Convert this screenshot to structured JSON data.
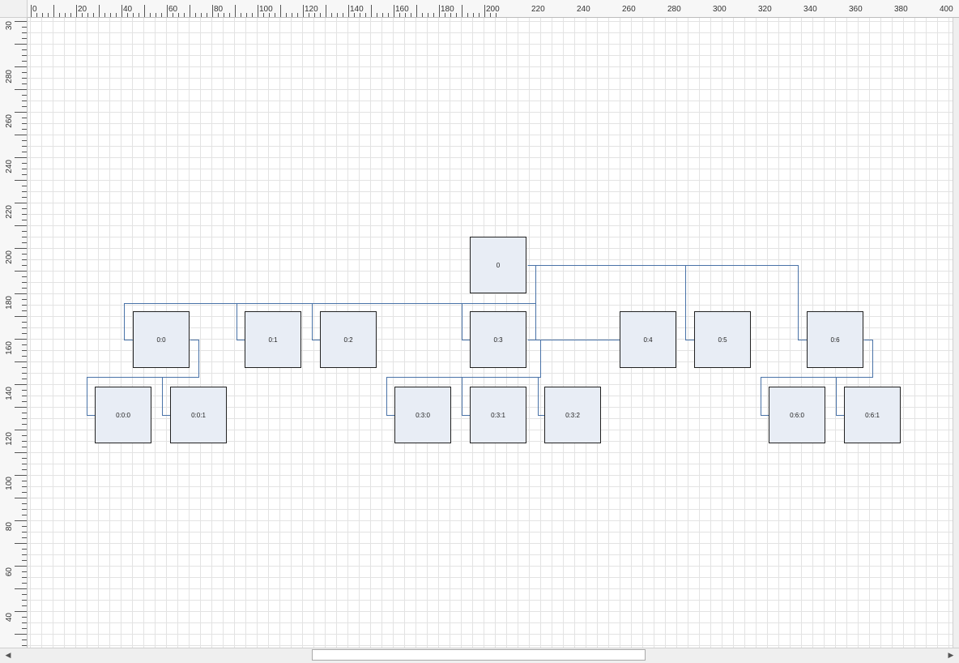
{
  "ruler": {
    "horizontal_labels": [
      "0",
      "20",
      "40",
      "60",
      "80",
      "100",
      "120",
      "140",
      "160",
      "180",
      "200",
      "220",
      "240",
      "260",
      "280",
      "300",
      "320",
      "340",
      "360",
      "380",
      "400"
    ],
    "vertical_labels": [
      "30",
      "280",
      "260",
      "240",
      "220",
      "200",
      "180",
      "160",
      "140",
      "120",
      "100",
      "80",
      "60",
      "40"
    ]
  },
  "diagram": {
    "nodes": [
      {
        "id": "n0",
        "label": "0"
      },
      {
        "id": "n00",
        "label": "0:0"
      },
      {
        "id": "n01",
        "label": "0:1"
      },
      {
        "id": "n02",
        "label": "0:2"
      },
      {
        "id": "n03",
        "label": "0:3"
      },
      {
        "id": "n04",
        "label": "0:4"
      },
      {
        "id": "n05",
        "label": "0:5"
      },
      {
        "id": "n06",
        "label": "0:6"
      },
      {
        "id": "n000",
        "label": "0:0:0"
      },
      {
        "id": "n001",
        "label": "0:0:1"
      },
      {
        "id": "n030",
        "label": "0:3:0"
      },
      {
        "id": "n031",
        "label": "0:3:1"
      },
      {
        "id": "n032",
        "label": "0:3:2"
      },
      {
        "id": "n060",
        "label": "0:6:0"
      },
      {
        "id": "n061",
        "label": "0:6:1"
      }
    ],
    "connectors": [
      {
        "from": "n0",
        "to": "n00"
      },
      {
        "from": "n0",
        "to": "n01"
      },
      {
        "from": "n0",
        "to": "n02"
      },
      {
        "from": "n0",
        "to": "n03"
      },
      {
        "from": "n0",
        "to": "n04"
      },
      {
        "from": "n0",
        "to": "n05"
      },
      {
        "from": "n0",
        "to": "n06"
      },
      {
        "from": "n00",
        "to": "n000"
      },
      {
        "from": "n00",
        "to": "n001"
      },
      {
        "from": "n03",
        "to": "n030"
      },
      {
        "from": "n03",
        "to": "n031"
      },
      {
        "from": "n03",
        "to": "n032"
      },
      {
        "from": "n06",
        "to": "n060"
      },
      {
        "from": "n06",
        "to": "n061"
      }
    ],
    "colors": {
      "connector": "#4a73a8",
      "node_fill": "#e8edf5",
      "node_border": "#222222",
      "grid": "#e3e3e3"
    }
  },
  "scrollbar": {
    "left_arrow_icon": "arrow-left-icon",
    "right_arrow_icon": "arrow-right-icon"
  }
}
